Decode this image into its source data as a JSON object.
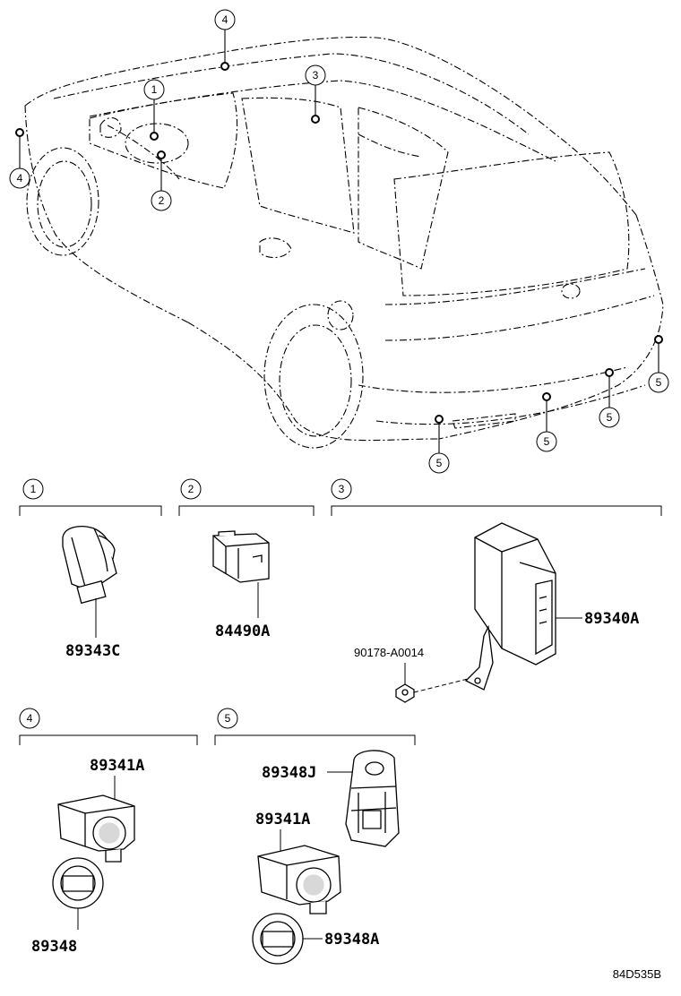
{
  "callouts": [
    "1",
    "2",
    "3",
    "4",
    "5"
  ],
  "sections": [
    {
      "id": "1",
      "parts": [
        "89343C"
      ]
    },
    {
      "id": "2",
      "parts": [
        "84490A"
      ]
    },
    {
      "id": "3",
      "parts": [
        "89340A",
        "90178-A0014"
      ]
    },
    {
      "id": "4",
      "parts": [
        "89341A",
        "89348"
      ]
    },
    {
      "id": "5",
      "parts": [
        "89348J",
        "89341A",
        "89348A"
      ]
    }
  ],
  "diagram_code": "84D535B",
  "colors": {
    "line": "#000000",
    "background": "#ffffff"
  }
}
